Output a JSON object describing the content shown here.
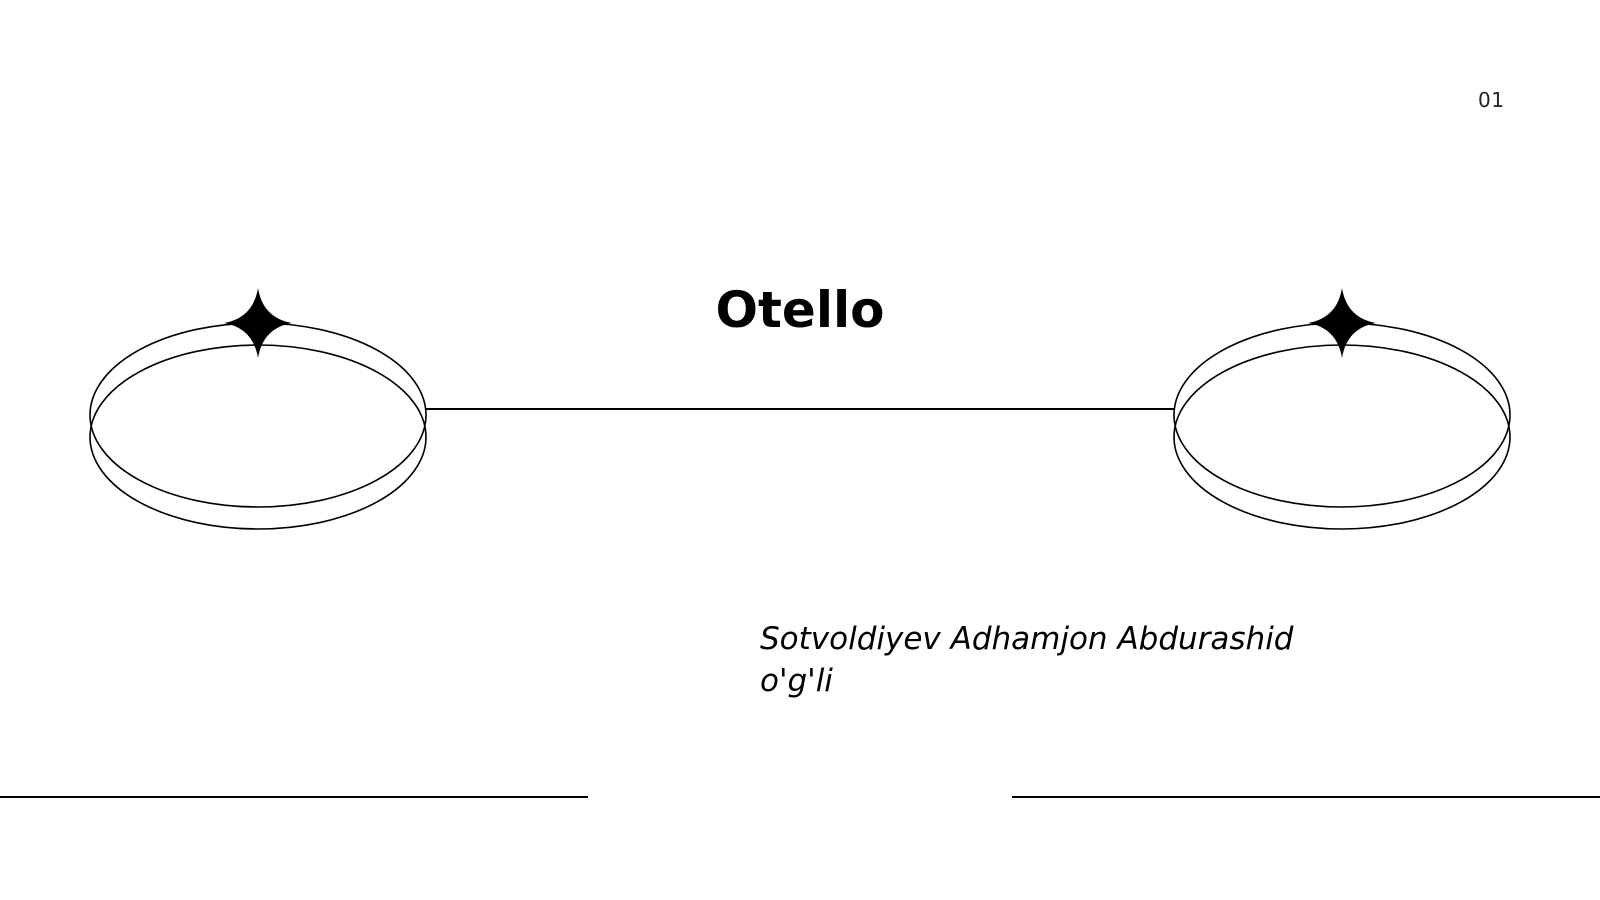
{
  "slide": {
    "number": "01",
    "title": "Otello",
    "author_line1": "Sotvoldiyev Adhamjon Abdurashid",
    "author_line2": "o'g'li"
  },
  "colors": {
    "background": "#ffffff",
    "ink": "#000000"
  },
  "decorations": {
    "left_ring_icon": "ring-with-sparkle",
    "right_ring_icon": "ring-with-sparkle",
    "sparkle_icon": "four-point-star"
  }
}
